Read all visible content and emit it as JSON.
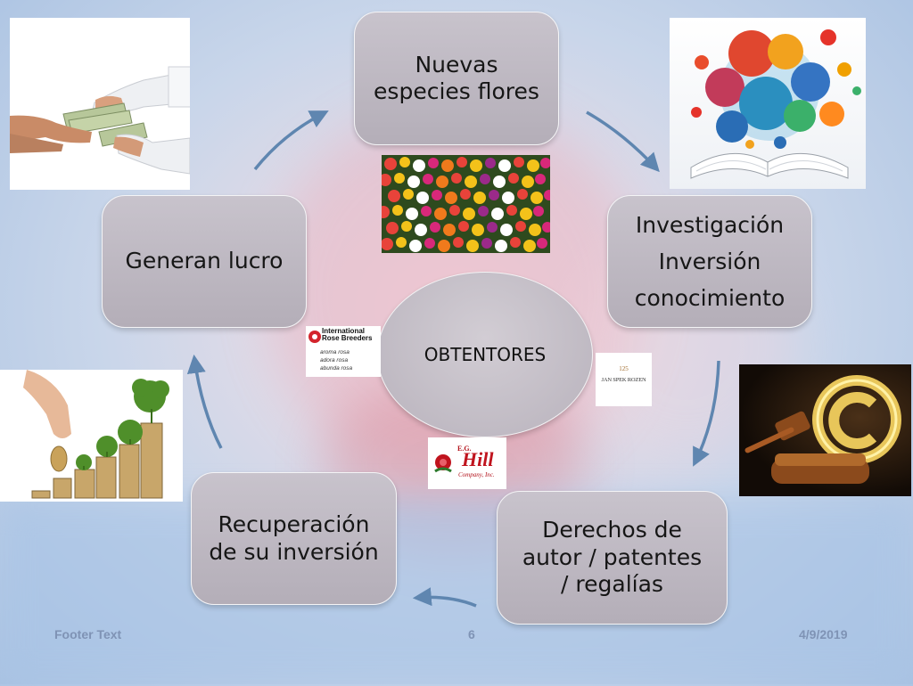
{
  "diagram": {
    "center": "OBTENTORES",
    "nodes": [
      {
        "label": "Nuevas\nespecies flores"
      },
      {
        "label": "Investigación\nInversión\nconocimiento"
      },
      {
        "label": "Derechos de\nautor / patentes\n/ regalías"
      },
      {
        "label": "Recuperación\nde su inversión"
      },
      {
        "label": "Generan  lucro"
      }
    ]
  },
  "logos": {
    "irb_title": "International\nRose Breeders",
    "irb_rows": [
      "aroma  rosa",
      "adora  rosa",
      "abunda  rosa"
    ],
    "jsr_number": "125",
    "jsr_name": "JAN SPEK ROZEN",
    "egh_prefix": "E.G.",
    "egh_name": "Hill",
    "egh_company": "Company, Inc."
  },
  "footer": {
    "text": "Footer Text",
    "page": "6",
    "date": "4/9/2019"
  },
  "colors": {
    "node_fill": "#bdb7c1",
    "arrow": "#5f86b0",
    "footer": "#7f93b5"
  },
  "icons": [
    "money-handshake-photo",
    "education-book-icons-image",
    "gavel-copyright-photo",
    "coins-plants-photo",
    "flower-field-photo"
  ]
}
